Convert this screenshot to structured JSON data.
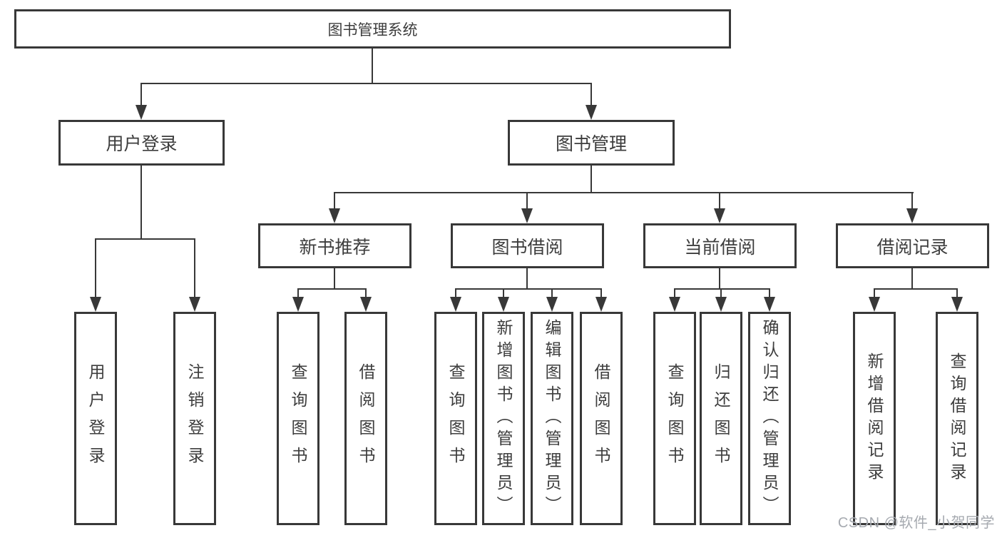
{
  "diagram": {
    "root": {
      "label": "图书管理系统"
    },
    "level2": [
      {
        "id": "user-login",
        "label": "用户登录"
      },
      {
        "id": "book-management",
        "label": "图书管理"
      }
    ],
    "level3": [
      {
        "id": "new-book-recommendation",
        "label": "新书推荐",
        "parent": "图书管理"
      },
      {
        "id": "book-borrowing",
        "label": "图书借阅",
        "parent": "图书管理"
      },
      {
        "id": "current-borrowing",
        "label": "当前借阅",
        "parent": "图书管理"
      },
      {
        "id": "borrowing-records",
        "label": "借阅记录",
        "parent": "图书管理"
      }
    ],
    "leaves": [
      {
        "label": "用户登录",
        "parent": "用户登录"
      },
      {
        "label": "注销登录",
        "parent": "用户登录"
      },
      {
        "label": "查询图书",
        "parent": "新书推荐"
      },
      {
        "label": "借阅图书",
        "parent": "新书推荐"
      },
      {
        "label": "查询图书",
        "parent": "图书借阅"
      },
      {
        "label": "新增图书（管理员）",
        "parent": "图书借阅"
      },
      {
        "label": "编辑图书（管理员）",
        "parent": "图书借阅"
      },
      {
        "label": "借阅图书",
        "parent": "图书借阅"
      },
      {
        "label": "查询图书",
        "parent": "当前借阅"
      },
      {
        "label": "归还图书",
        "parent": "当前借阅"
      },
      {
        "label": "确认归还（管理员）",
        "parent": "当前借阅"
      },
      {
        "label": "新增借阅记录",
        "parent": "借阅记录"
      },
      {
        "label": "查询借阅记录",
        "parent": "借阅记录"
      }
    ]
  },
  "watermark": {
    "text": "CSDN @软件_小贺同学"
  },
  "colors": {
    "line": "#383838",
    "text": "#3d3d3d",
    "watermark": "#a6aab0",
    "background": "#ffffff"
  }
}
